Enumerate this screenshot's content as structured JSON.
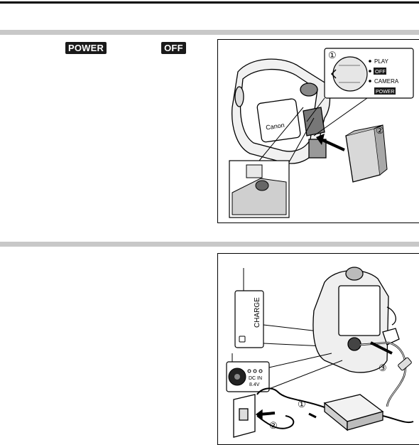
{
  "header": {
    "power_label": "POWER",
    "off_label": "OFF"
  },
  "figure1": {
    "step1": "①",
    "step2": "②",
    "dial_options": [
      "PLAY",
      "OFF",
      "CAMERA"
    ],
    "dial_power_tag": "POWER",
    "brand_text": "Canon"
  },
  "figure2": {
    "charge_label": "CHARGE",
    "dc_in_label": "DC IN",
    "voltage_label": "8.4V",
    "step1": "①",
    "step2": "②",
    "step3": "③"
  },
  "colors": {
    "band": "#c8c8c8",
    "badge_bg": "#1a1a1a",
    "line": "#000000"
  }
}
